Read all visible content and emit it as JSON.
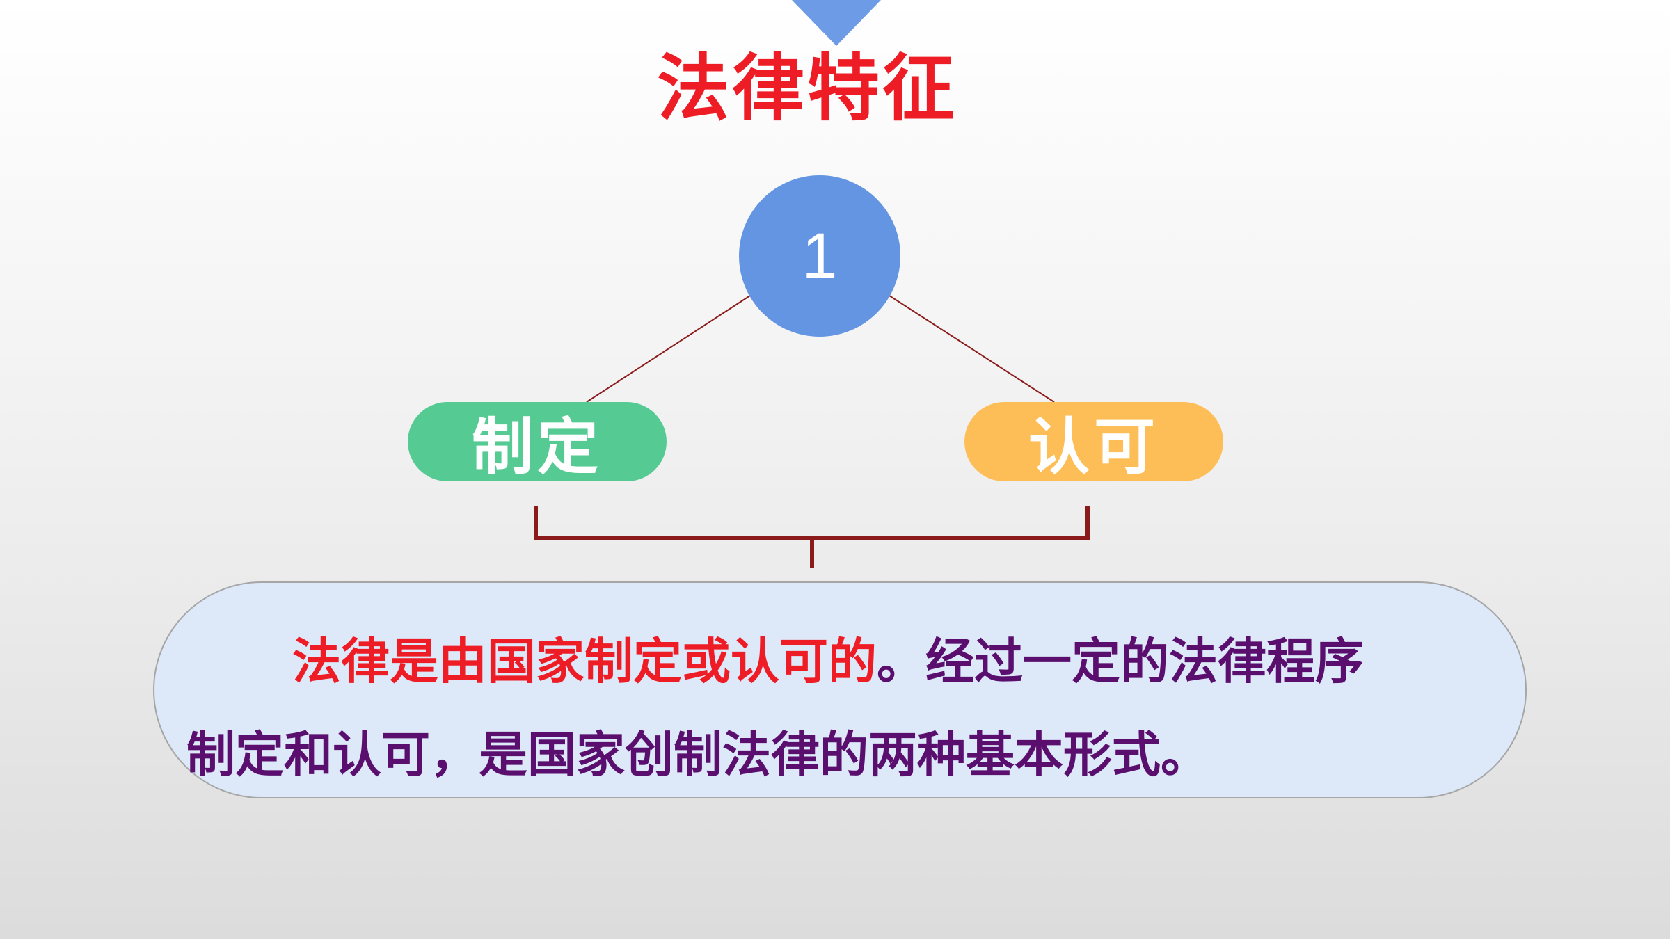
{
  "title": "法律特征",
  "node": {
    "number": "1"
  },
  "branches": [
    {
      "label": "制定"
    },
    {
      "label": "认可"
    }
  ],
  "definition": {
    "emphasis": "法律是由国家制定或认可的",
    "rest_line1": "。经过一定的法律程序",
    "line2": "制定和认可，是国家创制法律的两种基本形式。"
  },
  "colors": {
    "title": "#ee1c25",
    "circle": "#6495e3",
    "pill_left": "#55cb93",
    "pill_right": "#fdbe58",
    "connector": "#8b1a1a",
    "bubble_fill": "#dde8f9",
    "emphasis_text": "#ee1c25",
    "body_text": "#5a0f6e",
    "top_marker": "#6d9be6"
  },
  "icons": {
    "top_marker": "triangle-down-icon"
  }
}
